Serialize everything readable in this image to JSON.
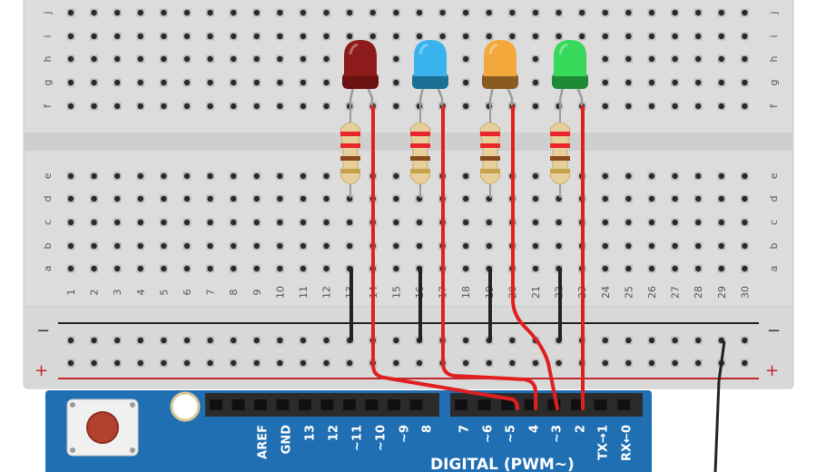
{
  "breadboard": {
    "column_numbers": [
      "1",
      "2",
      "3",
      "4",
      "5",
      "6",
      "7",
      "8",
      "9",
      "10",
      "11",
      "12",
      "13",
      "14",
      "15",
      "16",
      "17",
      "18",
      "19",
      "20",
      "21",
      "22",
      "23",
      "24",
      "25",
      "26",
      "27",
      "28",
      "29",
      "30"
    ],
    "top_rows": [
      "j",
      "i",
      "h",
      "g",
      "f"
    ],
    "bottom_rows": [
      "e",
      "d",
      "c",
      "b",
      "a"
    ],
    "rail_minus": "−",
    "rail_plus": "+"
  },
  "leds": [
    {
      "name": "red-led",
      "color": "#8e1b1b",
      "dark": "#6a1212"
    },
    {
      "name": "blue-led",
      "color": "#39b2ee",
      "dark": "#1b6f94"
    },
    {
      "name": "orange-led",
      "color": "#f3a83b",
      "dark": "#8a5a20"
    },
    {
      "name": "green-led",
      "color": "#38d85a",
      "dark": "#1f8a35"
    }
  ],
  "resistor_bands": [
    "#e8252a",
    "#e8252a",
    "#8a4b1c",
    "#c7a14a"
  ],
  "arduino": {
    "header_labels": [
      "AREF",
      "GND",
      "13",
      "12",
      "~11",
      "~10",
      "~9",
      "8",
      "7",
      "~6",
      "~5",
      "4",
      "~3",
      "2",
      "TX→1",
      "RX←0"
    ],
    "digital_label": "DIGITAL (PWM~)",
    "board_color": "#1f6fb2"
  },
  "wire_colors": {
    "red": "#e02020",
    "black": "#222222"
  }
}
